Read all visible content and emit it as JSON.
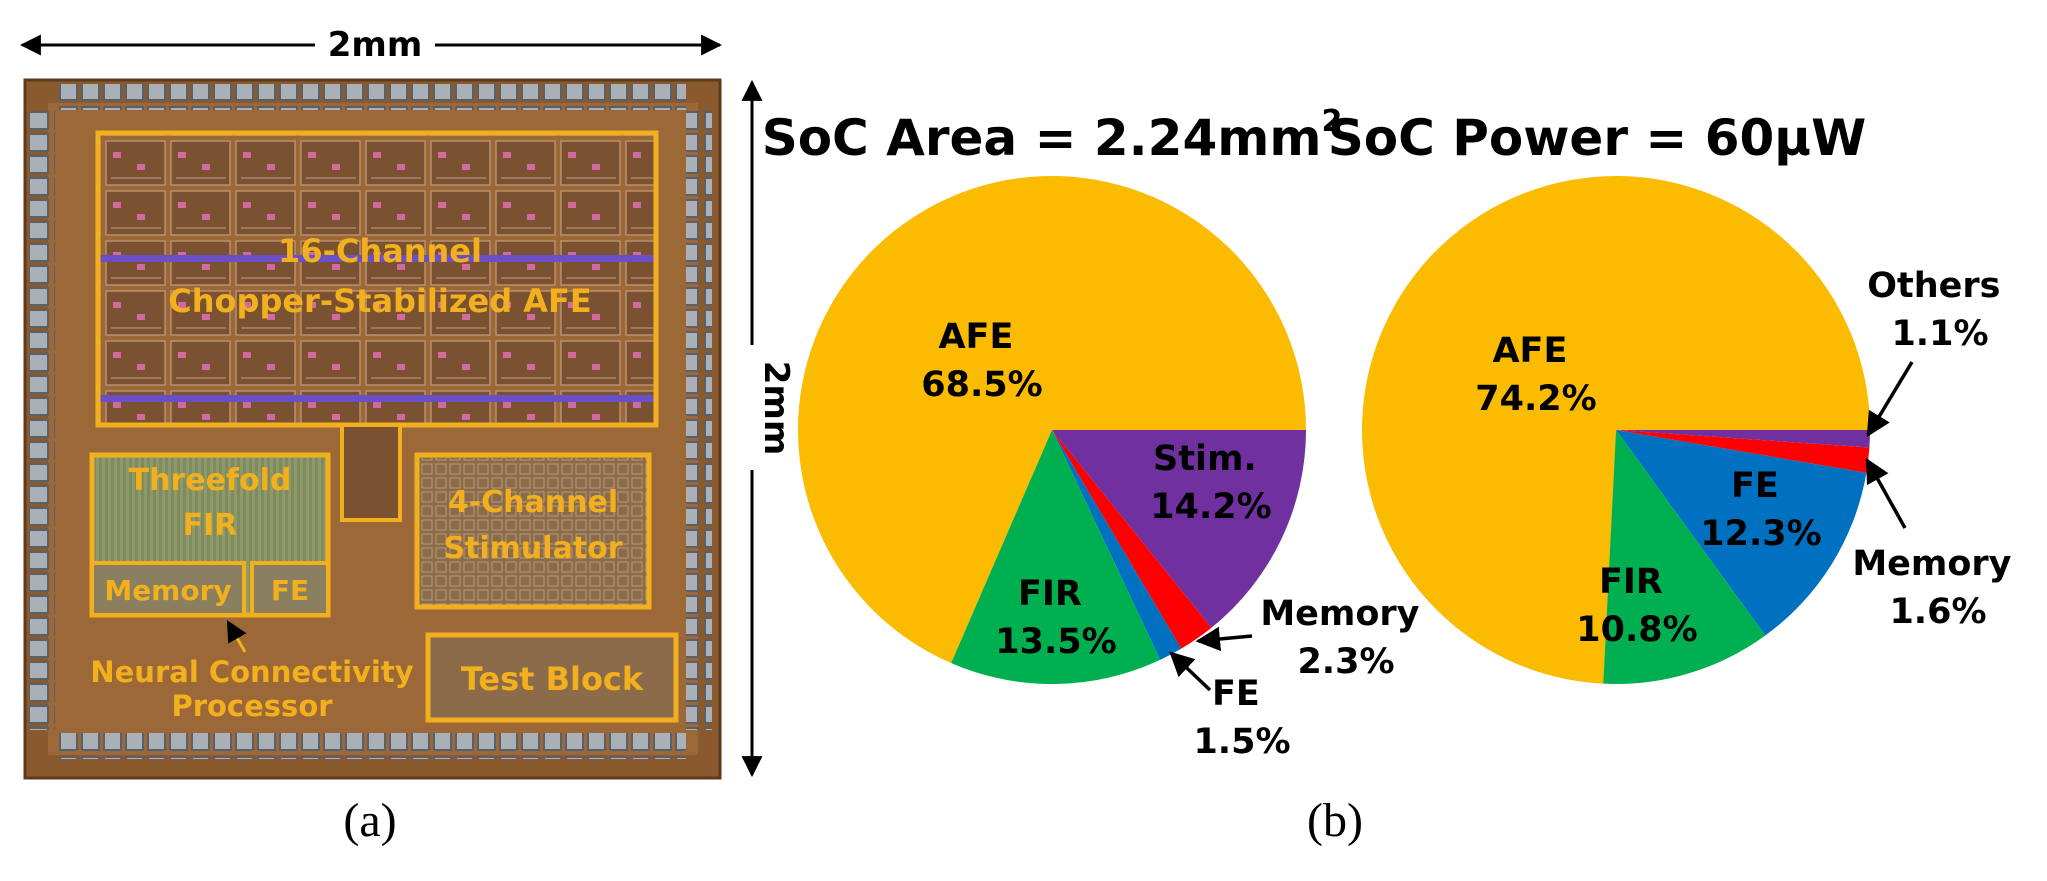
{
  "panel_a": {
    "width_label": "2mm",
    "height_label": "2mm",
    "caption": "(a)",
    "blocks": {
      "afe": [
        "16-Channel",
        "Chopper-Stabilized AFE"
      ],
      "fir": [
        "Threefold",
        "FIR"
      ],
      "memory": "Memory",
      "fe": "FE",
      "stimulator": [
        "4-Channel",
        "Stimulator"
      ],
      "test_block": "Test Block",
      "processor": [
        "Neural Connectivity",
        "Processor"
      ]
    },
    "colors": {
      "die": "#8a5a2e",
      "outline": "#f2b01e",
      "pad": "#9aa0a8"
    }
  },
  "panel_b": {
    "caption": "(b)"
  },
  "chart_data": [
    {
      "type": "pie",
      "title": "SoC Area = 2.24mm",
      "title_superscript": "2",
      "slices": [
        {
          "label": "AFE",
          "value": 68.5,
          "value_text": "68.5%",
          "color": "#fbbb00"
        },
        {
          "label": "Stim.",
          "value": 14.2,
          "value_text": "14.2%",
          "color": "#7030a0"
        },
        {
          "label": "Memory",
          "value": 2.3,
          "value_text": "2.3%",
          "color": "#ff0000"
        },
        {
          "label": "FE",
          "value": 1.5,
          "value_text": "1.5%",
          "color": "#0070c0"
        },
        {
          "label": "FIR",
          "value": 13.5,
          "value_text": "13.5%",
          "color": "#00b050"
        }
      ]
    },
    {
      "type": "pie",
      "title": "SoC Power = 60μW",
      "title_superscript": "",
      "slices": [
        {
          "label": "AFE",
          "value": 74.2,
          "value_text": "74.2%",
          "color": "#fbbb00"
        },
        {
          "label": "Others",
          "value": 1.1,
          "value_text": "1.1%",
          "color": "#7030a0"
        },
        {
          "label": "Memory",
          "value": 1.6,
          "value_text": "1.6%",
          "color": "#ff0000"
        },
        {
          "label": "FE",
          "value": 12.3,
          "value_text": "12.3%",
          "color": "#0070c0"
        },
        {
          "label": "FIR",
          "value": 10.8,
          "value_text": "10.8%",
          "color": "#00b050"
        }
      ]
    }
  ]
}
